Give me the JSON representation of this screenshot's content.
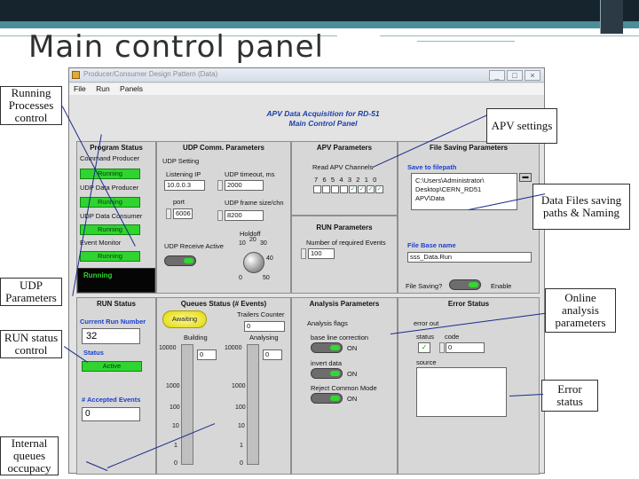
{
  "slide": {
    "title": "Main control panel"
  },
  "callouts": {
    "running_processes": "Running Processes control",
    "udp_parameters": "UDP Parameters",
    "run_status": "RUN status control",
    "internal_queues": "Internal queues occupacy",
    "apv_settings": "APV settings",
    "data_files": "Data Files saving paths & Naming",
    "online_analysis": "Online analysis parameters",
    "error_status": "Error status"
  },
  "window": {
    "title": "Producer/Consumer Design Pattern (Data)",
    "buttons": [
      "_",
      "□",
      "×"
    ],
    "menu": [
      "File",
      "Run",
      "Panels"
    ],
    "header_line1": "APV Data Acquisition for RD-51",
    "header_line2": "Main Control Panel"
  },
  "program_status": {
    "title": "Program Status",
    "command_producer_label": "Command Producer",
    "command_producer_led": "Running",
    "udp_data_producer_label": "UDP Data Producer",
    "udp_data_producer_led": "Running",
    "udp_data_consumer_label": "UDP Data Consumer",
    "udp_data_consumer_led": "Running",
    "event_monitor_label": "Event Monitor",
    "event_monitor_led": "Running",
    "running_indicator": "Running"
  },
  "udp_comm": {
    "title": "UDP Comm. Parameters",
    "setting_label": "UDP Setting",
    "listening_ip_label": "Listening IP",
    "listening_ip_value": "10.0.0.3",
    "timeout_label": "UDP timeout, ms",
    "timeout_value": "2000",
    "port_label": "port",
    "port_value": "6006",
    "frame_size_label": "UDP frame size/chn",
    "frame_size_value": "8200",
    "receive_active_label": "UDP Receive Active",
    "holdoff_label": "Holdoff",
    "holdoff_ticks": [
      "10",
      "20",
      "30",
      "40",
      "0",
      "50"
    ]
  },
  "apv": {
    "title": "APV Parameters",
    "read_channels_label": "Read APV Channels",
    "channel_numbers": "7 6 5 4 3 2 1 0",
    "checks": [
      "",
      "",
      "",
      "",
      "✓",
      "✓",
      "✓",
      "✓"
    ]
  },
  "run_params": {
    "title": "RUN Parameters",
    "events_label": "Number of required Events",
    "events_value": "100"
  },
  "file_saving": {
    "title": "File Saving Parameters",
    "save_to_label": "Save to filepath",
    "path_line1": "C:\\Users\\Administrator\\",
    "path_line2": "Desktop\\CERN_RD51",
    "path_line3": "APV\\Data",
    "file_base_label": "File Base name",
    "file_base_value": "sss_Data.Run",
    "file_saving_label": "File Saving?",
    "enable_label": "Enable"
  },
  "run_status": {
    "title": "RUN Status",
    "current_run_label": "Current Run Number",
    "current_run_value": "32",
    "status_label": "Status",
    "status_value": "Active",
    "accepted_label": "# Accepted Events",
    "accepted_value": "0"
  },
  "queues": {
    "title": "Queues Status (# Events)",
    "trailers_counter_label": "Trailers Counter",
    "awaiting_label": "Awaiting",
    "building_label": "Building",
    "analysing_label": "Analysing",
    "building_value": "0",
    "analysing_value": "0",
    "trailers_value": "0",
    "building_ticks": [
      "10000",
      "1000",
      "100",
      "10",
      "1",
      "0"
    ],
    "analysing_ticks": [
      "10000",
      "1000",
      "100",
      "10",
      "1",
      "0"
    ]
  },
  "analysis": {
    "title": "Analysis Parameters",
    "flags_label": "Analysis flags",
    "baseline_label": "base line correction",
    "baseline_state": "ON",
    "invert_label": "invert data",
    "invert_state": "ON",
    "reject_label": "Reject Common Mode",
    "reject_state": "ON"
  },
  "error": {
    "title": "Error Status",
    "error_out_label": "error out",
    "status_label": "status",
    "code_label": "code",
    "status_check": "✓",
    "code_value": "0",
    "source_label": "source"
  }
}
